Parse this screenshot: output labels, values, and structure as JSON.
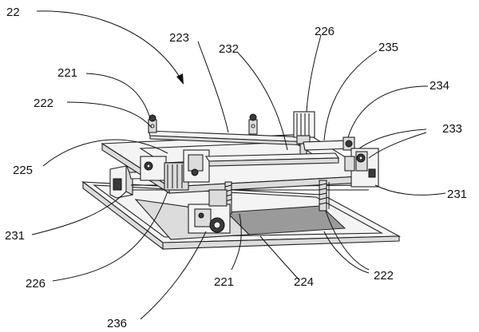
{
  "figure": {
    "labels": [
      {
        "id": "l22",
        "text": "22"
      },
      {
        "id": "l223",
        "text": "223"
      },
      {
        "id": "l232",
        "text": "232"
      },
      {
        "id": "l226a",
        "text": "226"
      },
      {
        "id": "l235",
        "text": "235"
      },
      {
        "id": "l221a",
        "text": "221"
      },
      {
        "id": "l234",
        "text": "234"
      },
      {
        "id": "l222a",
        "text": "222"
      },
      {
        "id": "l233",
        "text": "233"
      },
      {
        "id": "l225",
        "text": "225"
      },
      {
        "id": "l231a",
        "text": "231"
      },
      {
        "id": "l231b",
        "text": "231"
      },
      {
        "id": "l226b",
        "text": "226"
      },
      {
        "id": "l221b",
        "text": "221"
      },
      {
        "id": "l224",
        "text": "224"
      },
      {
        "id": "l222b",
        "text": "222"
      },
      {
        "id": "l236",
        "text": "236"
      }
    ]
  }
}
